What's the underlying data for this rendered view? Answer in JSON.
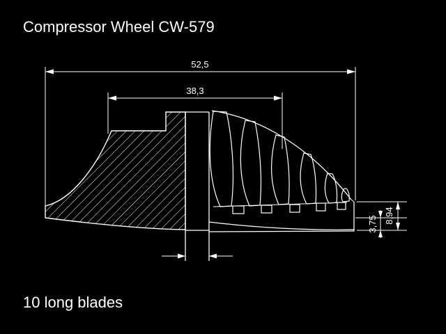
{
  "title": "Compressor Wheel CW-579",
  "note": "10 long blades",
  "drawing": {
    "dim_overall_width": "52,5",
    "dim_inducer_width": "38,3",
    "dim_tip_height_small": "3,75",
    "dim_tip_height_large": "8,94"
  },
  "colors": {
    "background": "#000000",
    "line": "#ffffff",
    "text": "#ffffff"
  }
}
